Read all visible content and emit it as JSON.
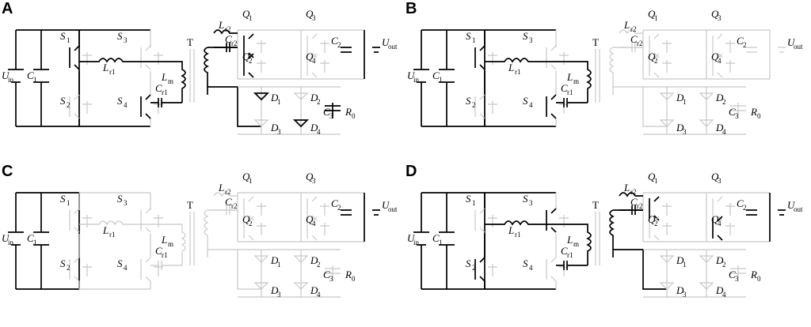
{
  "panels": [
    {
      "letter": "A",
      "lbl": {
        "uin": "U",
        "uin_sub": "in",
        "c1": "C",
        "c1_sub": "1",
        "s1": "S",
        "s1_sub": "1",
        "s2": "S",
        "s2_sub": "2",
        "s3": "S",
        "s3_sub": "3",
        "s4": "S",
        "s4_sub": "4",
        "lr1": "L",
        "lr1_sub": "r1",
        "cr1": "C",
        "cr1_sub": "r1",
        "lm": "L",
        "lm_sub": "m",
        "t": "T",
        "lr2": "L",
        "lr2_sub": "r2",
        "cr2": "C",
        "cr2_sub": "r2",
        "q1": "Q",
        "q1_sub": "1",
        "q2": "Q",
        "q2_sub": "2",
        "q3": "Q",
        "q3_sub": "3",
        "q4": "Q",
        "q4_sub": "4",
        "c2": "C",
        "c2_sub": "2",
        "uout": "U",
        "uout_sub": "out",
        "d1": "D",
        "d1_sub": "1",
        "d2": "D",
        "d2_sub": "2",
        "d3": "D",
        "d3_sub": "3",
        "d4": "D",
        "d4_sub": "4",
        "c3": "C",
        "c3_sub": "3",
        "r0": "R",
        "r0_sub": "0"
      }
    },
    {
      "letter": "B",
      "lbl": {
        "uin": "U",
        "uin_sub": "in",
        "c1": "C",
        "c1_sub": "1",
        "s1": "S",
        "s1_sub": "1",
        "s2": "S",
        "s2_sub": "2",
        "s3": "S",
        "s3_sub": "3",
        "s4": "S",
        "s4_sub": "4",
        "lr1": "L",
        "lr1_sub": "r1",
        "cr1": "C",
        "cr1_sub": "r1",
        "lm": "L",
        "lm_sub": "m",
        "t": "T",
        "lr2": "L",
        "lr2_sub": "r2",
        "cr2": "C",
        "cr2_sub": "r2",
        "q1": "Q",
        "q1_sub": "1",
        "q2": "Q",
        "q2_sub": "2",
        "q3": "Q",
        "q3_sub": "3",
        "q4": "Q",
        "q4_sub": "4",
        "c2": "C",
        "c2_sub": "2",
        "uout": "U",
        "uout_sub": "out",
        "d1": "D",
        "d1_sub": "1",
        "d2": "D",
        "d2_sub": "2",
        "d3": "D",
        "d3_sub": "3",
        "d4": "D",
        "d4_sub": "4",
        "c3": "C",
        "c3_sub": "3",
        "r0": "R",
        "r0_sub": "0"
      }
    },
    {
      "letter": "C",
      "lbl": {
        "uin": "U",
        "uin_sub": "in",
        "c1": "C",
        "c1_sub": "1",
        "s1": "S",
        "s1_sub": "1",
        "s2": "S",
        "s2_sub": "2",
        "s3": "S",
        "s3_sub": "3",
        "s4": "S",
        "s4_sub": "4",
        "lr1": "L",
        "lr1_sub": "r1",
        "cr1": "C",
        "cr1_sub": "r1",
        "lm": "L",
        "lm_sub": "m",
        "t": "T",
        "lr2": "L",
        "lr2_sub": "r2",
        "cr2": "C",
        "cr2_sub": "r2",
        "q1": "Q",
        "q1_sub": "1",
        "q2": "Q",
        "q2_sub": "2",
        "q3": "Q",
        "q3_sub": "3",
        "q4": "Q",
        "q4_sub": "4",
        "c2": "C",
        "c2_sub": "2",
        "uout": "U",
        "uout_sub": "out",
        "d1": "D",
        "d1_sub": "1",
        "d2": "D",
        "d2_sub": "2",
        "d3": "D",
        "d3_sub": "3",
        "d4": "D",
        "d4_sub": "4",
        "c3": "C",
        "c3_sub": "3",
        "r0": "R",
        "r0_sub": "0"
      }
    },
    {
      "letter": "D",
      "lbl": {
        "uin": "U",
        "uin_sub": "in",
        "c1": "C",
        "c1_sub": "1",
        "s1": "S",
        "s1_sub": "1",
        "s2": "S",
        "s2_sub": "2",
        "s3": "S",
        "s3_sub": "3",
        "s4": "S",
        "s4_sub": "4",
        "lr1": "L",
        "lr1_sub": "r1",
        "cr1": "C",
        "cr1_sub": "r1",
        "lm": "L",
        "lm_sub": "m",
        "t": "T",
        "lr2": "L",
        "lr2_sub": "r2",
        "cr2": "C",
        "cr2_sub": "r2",
        "q1": "Q",
        "q1_sub": "1",
        "q2": "Q",
        "q2_sub": "2",
        "q3": "Q",
        "q3_sub": "3",
        "q4": "Q",
        "q4_sub": "4",
        "c2": "C",
        "c2_sub": "2",
        "uout": "U",
        "uout_sub": "out",
        "d1": "D",
        "d1_sub": "1",
        "d2": "D",
        "d2_sub": "2",
        "d3": "D",
        "d3_sub": "3",
        "d4": "D",
        "d4_sub": "4",
        "c3": "C",
        "c3_sub": "3",
        "r0": "R",
        "r0_sub": "0"
      }
    }
  ],
  "colors": {
    "active": "#000000",
    "inactive": "#c8c8c8"
  }
}
